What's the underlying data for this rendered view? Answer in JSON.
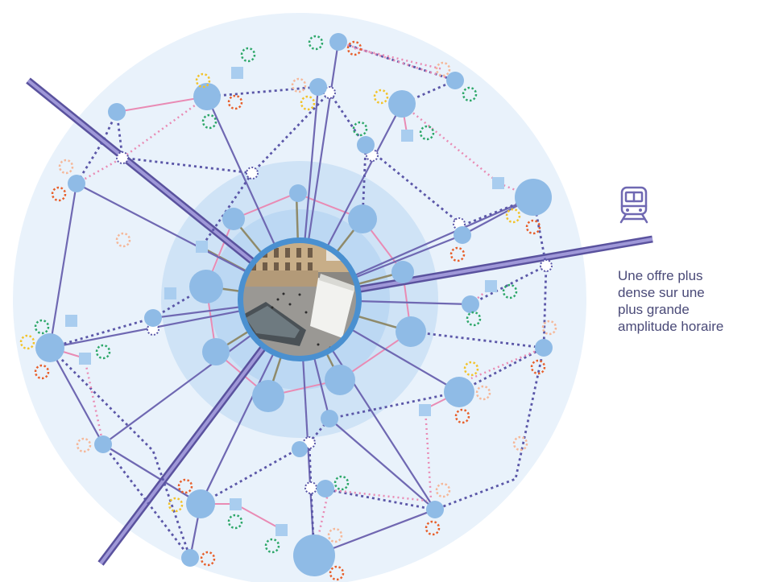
{
  "caption": {
    "lines": [
      "Une offre plus",
      "dense sur une",
      "plus grande",
      "amplitude horaire"
    ]
  },
  "icons": {
    "train": "train-icon",
    "center_photo": "city-square-tram-photo"
  },
  "colors": {
    "outer_zone": "#e9f2fb",
    "middle_zone": "#cfe3f6",
    "inner_zone": "#b9d6f2",
    "node": "#8fbbe6",
    "tram_line": "#7b74bd",
    "tram_line_edge": "#5a529e",
    "bus_line": "#6f68b2",
    "pink_line": "#e98bb4",
    "olive_line": "#8f8a6a",
    "dashed_line": "#5b57a8",
    "ring_orange": "#e8602c",
    "ring_yellow": "#f2c32c",
    "ring_green": "#2ea86a",
    "ring_peach": "#f5b89a",
    "square": "#a9cdef"
  }
}
